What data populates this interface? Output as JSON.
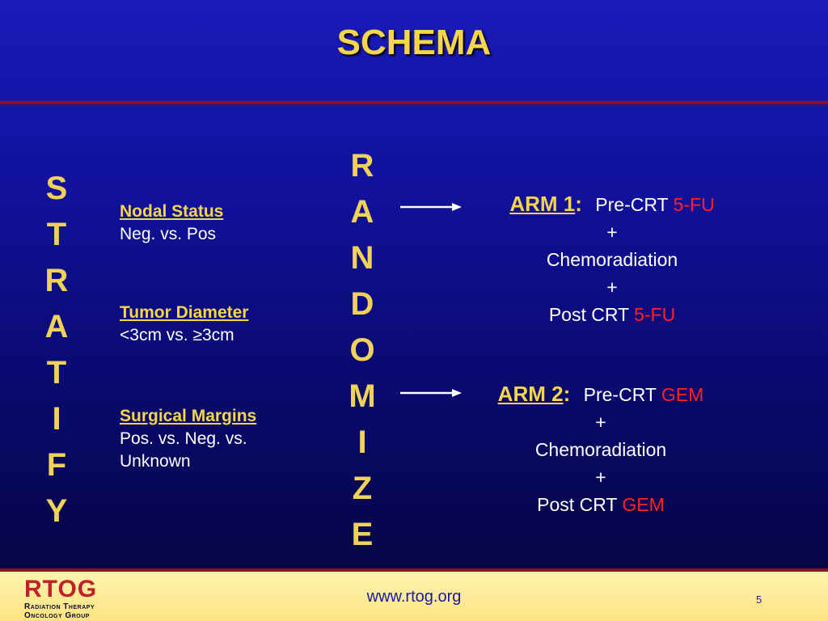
{
  "title": "SCHEMA",
  "stratify_letters": [
    "S",
    "T",
    "R",
    "A",
    "T",
    "I",
    "F",
    "Y"
  ],
  "randomize_letters": [
    "R",
    "A",
    "N",
    "D",
    "O",
    "M",
    "I",
    "Z",
    "E"
  ],
  "factors": [
    {
      "name": "Nodal Status",
      "values": "Neg. vs. Pos"
    },
    {
      "name": "Tumor Diameter",
      "values": "<3cm vs. ≥3cm"
    },
    {
      "name": "Surgical Margins",
      "values": "Pos. vs. Neg. vs. Unknown"
    }
  ],
  "arms": [
    {
      "label": "ARM 1",
      "colon": ":",
      "pre": "Pre-CRT",
      "pre_drug": "5-FU",
      "plus1": "+",
      "middle": "Chemoradiation",
      "plus2": "+",
      "post": "Post CRT",
      "post_drug": "5-FU"
    },
    {
      "label": "ARM 2",
      "colon": ":",
      "pre": "Pre-CRT",
      "pre_drug": "GEM",
      "plus1": "+",
      "middle": "Chemoradiation",
      "plus2": "+",
      "post": "Post CRT",
      "post_drug": "GEM"
    }
  ],
  "footer": {
    "logo_mark": "RTOG",
    "logo_line1": "Radiation Therapy",
    "logo_line2": "Oncology Group",
    "url": "www.rtog.org",
    "page_number": "5"
  },
  "colors": {
    "title": "#f5d54a",
    "drug": "#ff2222",
    "rule": "#8a1420"
  }
}
